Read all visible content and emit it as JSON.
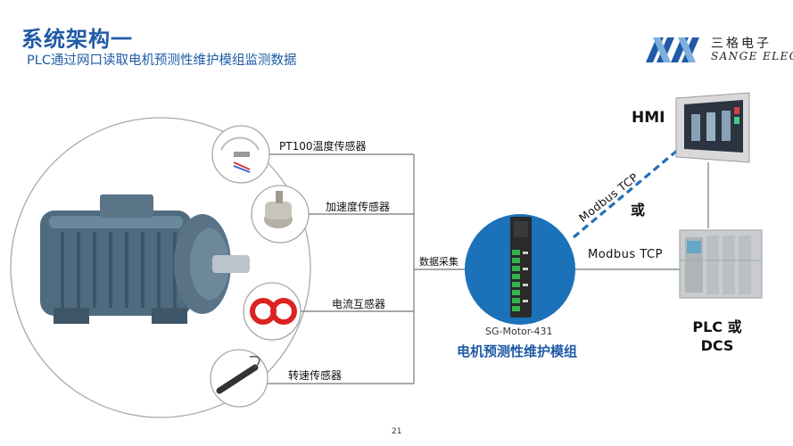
{
  "title": "系统架构一",
  "subtitle": "PLC通过网口读取电机预测性维护模组监测数据",
  "logo": {
    "cn": "三格电子",
    "en": "SANGE ELEC",
    "icon": "sange-logo-icon"
  },
  "sensors": [
    {
      "label": "PT100温度传感器",
      "icon": "temperature-probe-icon"
    },
    {
      "label": "加速度传感器",
      "icon": "accelerometer-icon"
    },
    {
      "label": "电流互感器",
      "icon": "current-transformer-icon"
    },
    {
      "label": "转速传感器",
      "icon": "speed-sensor-icon"
    }
  ],
  "data_collection_label": "数据采集",
  "module": {
    "model": "SG-Motor-431",
    "name": "电机预测性维护模组"
  },
  "hmi": {
    "label": "HMI"
  },
  "or_label": "或",
  "modbus_top": "Modbus TCP",
  "modbus_bottom": "Modbus TCP",
  "plc": {
    "line1": "PLC 或",
    "line2": "DCS"
  },
  "page_number": "21",
  "colors": {
    "accent": "#1f5aa6",
    "line": "#8c8c8c",
    "dashed_link": "#1f6fb5",
    "module_bg": "#1c72b8"
  }
}
